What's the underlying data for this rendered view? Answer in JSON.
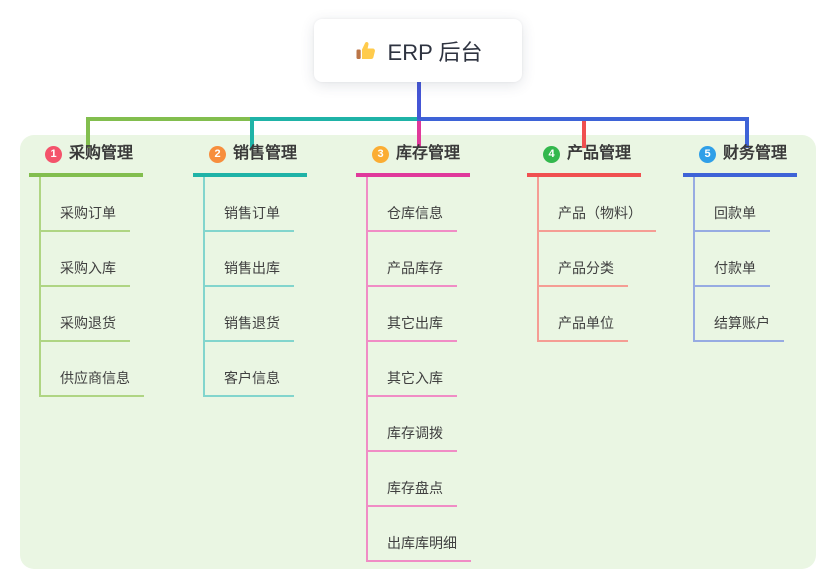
{
  "root": {
    "title": "ERP 后台",
    "icon": "thumbs-up-icon"
  },
  "branches": [
    {
      "index": "1",
      "title": "采购管理",
      "badge_color": "#F4536B",
      "line_color": "#82BE4E",
      "child_line_color": "#AFD583",
      "children": [
        "采购订单",
        "采购入库",
        "采购退货",
        "供应商信息"
      ]
    },
    {
      "index": "2",
      "title": "销售管理",
      "badge_color": "#F78E3D",
      "line_color": "#1FB3A7",
      "child_line_color": "#82D5CD",
      "children": [
        "销售订单",
        "销售出库",
        "销售退货",
        "客户信息"
      ]
    },
    {
      "index": "3",
      "title": "库存管理",
      "badge_color": "#FBAD33",
      "line_color": "#E0399B",
      "child_line_color": "#F08CC5",
      "children": [
        "仓库信息",
        "产品库存",
        "其它出库",
        "其它入库",
        "库存调拨",
        "库存盘点",
        "出库库明细"
      ]
    },
    {
      "index": "4",
      "title": "产品管理",
      "badge_color": "#33B84D",
      "line_color": "#F05050",
      "child_line_color": "#F59D94",
      "children": [
        "产品（物料）",
        "产品分类",
        "产品单位"
      ]
    },
    {
      "index": "5",
      "title": "财务管理",
      "badge_color": "#2F9FE8",
      "line_color": "#3E63D7",
      "child_line_color": "#97ABE2",
      "children": [
        "回款单",
        "付款单",
        "结算账户"
      ]
    }
  ],
  "colors": {
    "panel_bg": "#EAF6E3",
    "root_stub": "#4556D6",
    "thumb_hand": "#FFCB4C",
    "thumb_cuff": "#BB7547"
  }
}
